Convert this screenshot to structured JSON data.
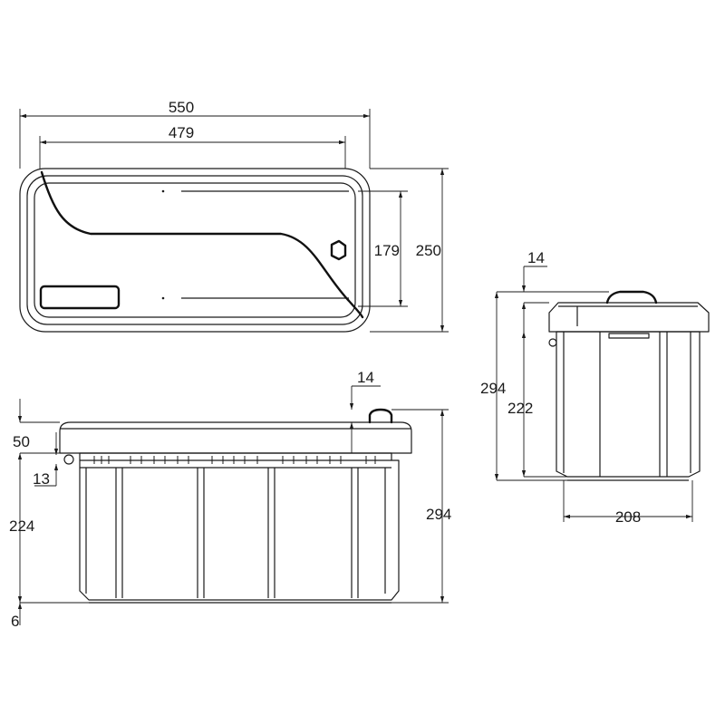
{
  "colors": {
    "line": "#1a1a1a",
    "background": "#ffffff"
  },
  "dimensions": {
    "top_total_width": "550",
    "top_inner_width": "479",
    "top_inner_height": "179",
    "top_total_height": "250",
    "front_lid_height": "50",
    "front_hinge_offset": "13",
    "front_body_height": "224",
    "front_foot_height": "6",
    "front_handle_height": "14",
    "front_total_height": "294",
    "side_handle_height": "14",
    "side_total_height": "294",
    "side_body_height": "222",
    "side_width": "208"
  }
}
